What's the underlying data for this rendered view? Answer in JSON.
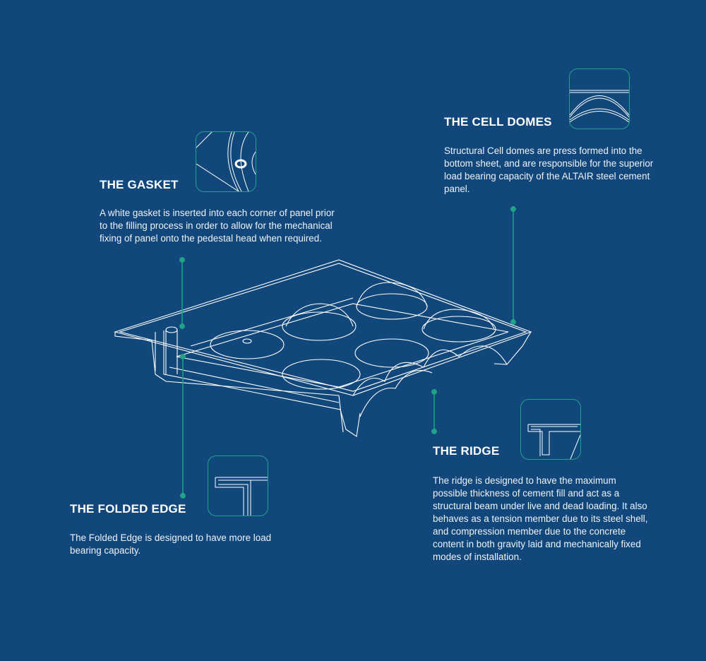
{
  "sections": {
    "gasket": {
      "title": "THE GASKET",
      "text": "A white gasket is inserted into each corner of panel prior to the filling process in order to allow for the mechanical fixing of panel onto the pedestal head when required."
    },
    "cell_domes": {
      "title": "THE CELL DOMES",
      "text": "Structural Cell domes are press formed into the bottom sheet, and are responsible for the superior load bearing capacity of the ALTAIR steel cement panel."
    },
    "ridge": {
      "title": "THE RIDGE",
      "text": "The ridge is designed to have the maximum possible thickness of cement fill and act as a structural beam under live and dead loading. It also behaves as a tension member due to its steel shell, and compression member due to the concrete content in both gravity laid and mechanically fixed modes of installation."
    },
    "folded_edge": {
      "title": "THE FOLDED EDGE",
      "text": "The Folded Edge is designed to have more load bearing capacity."
    }
  },
  "colors": {
    "background": "#11477b",
    "accent": "#1fa488",
    "line": "#ffffff"
  }
}
